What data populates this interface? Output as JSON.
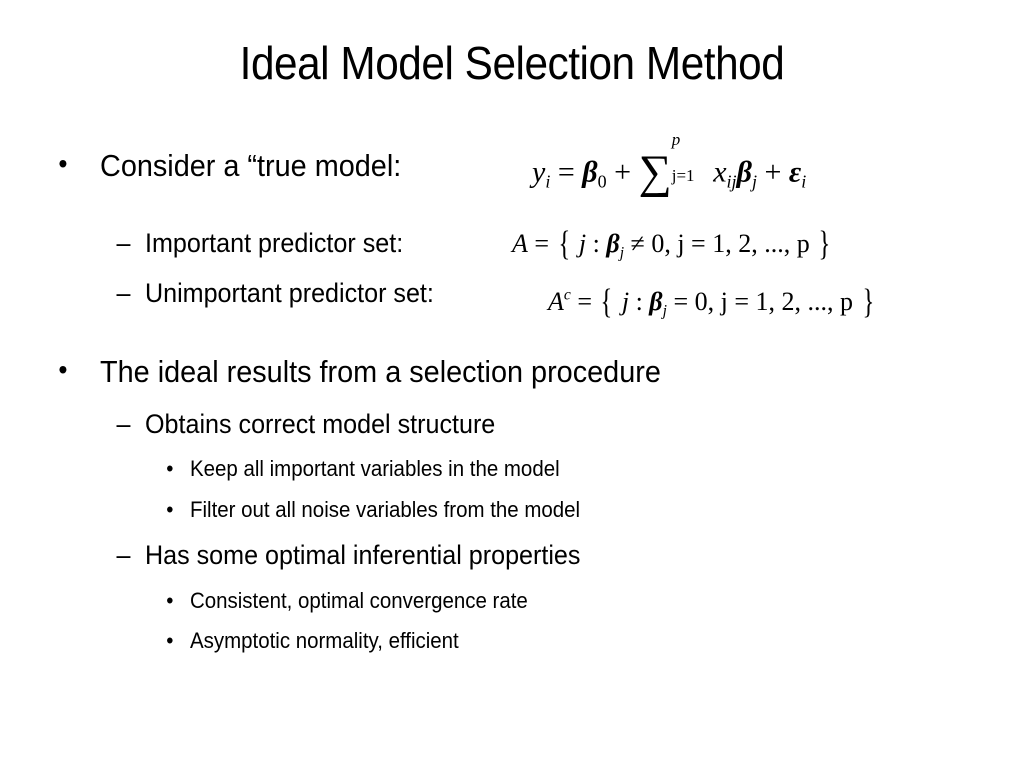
{
  "slide": {
    "title": "Ideal Model Selection Method",
    "bullets": [
      {
        "level": 1,
        "text": "Consider a “true model:",
        "formula": "y_i = β_0 + ∑_{j=1}^{p} x_{ij} β_j + ε_i"
      },
      {
        "level": 2,
        "text": "Important predictor set:",
        "formula": "A = { j : β_j ≠ 0, j = 1,2,..., p }"
      },
      {
        "level": 2,
        "text": "Unimportant predictor set:",
        "formula": "A^c = { j : β_j = 0, j = 1,2,..., p }"
      },
      {
        "level": 1,
        "text": "The ideal results from a selection procedure"
      },
      {
        "level": 2,
        "text": "Obtains correct model structure"
      },
      {
        "level": 3,
        "text": "Keep all important variables in the model"
      },
      {
        "level": 3,
        "text": "Filter out all noise variables from the model"
      },
      {
        "level": 2,
        "text": "Has some optimal inferential properties"
      },
      {
        "level": 3,
        "text": "Consistent, optimal convergence rate"
      },
      {
        "level": 3,
        "text": "Asymptotic normality, efficient"
      }
    ],
    "markers": {
      "level1": "•",
      "level2": "–",
      "level3": "•"
    },
    "math_symbols": {
      "y": "y",
      "i": "i",
      "eq": "=",
      "beta": "β",
      "zero": "0",
      "plus": "+",
      "sum": "∑",
      "p": "p",
      "j_eq_1": "j=1",
      "x": "x",
      "ij": "ij",
      "j": "j",
      "eps": "ε",
      "A": "A",
      "c": "c",
      "lbrace": "{",
      "rbrace": "}",
      "colon": ":",
      "neq": "≠",
      "list": "0, j = 1, 2, ..., p"
    }
  }
}
